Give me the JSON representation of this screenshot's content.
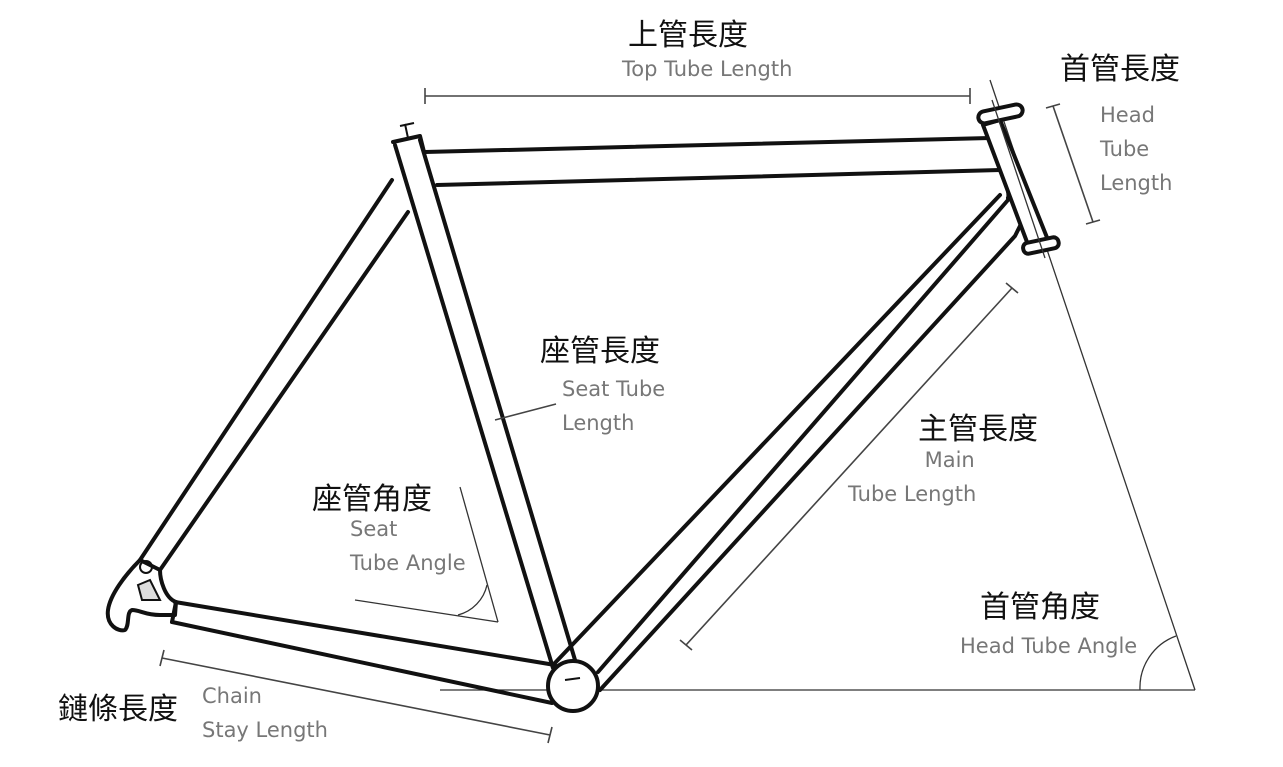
{
  "labels": {
    "top_tube": {
      "zh": "上管長度",
      "en": "Top Tube Length"
    },
    "head_tube": {
      "zh": "首管長度",
      "en_lines": [
        "Head",
        "Tube",
        "Length"
      ]
    },
    "seat_tube": {
      "zh": "座管長度",
      "en_lines": [
        "Seat Tube",
        "Length"
      ]
    },
    "main_tube": {
      "zh": "主管長度",
      "en_lines": [
        "Main",
        "Tube Length"
      ]
    },
    "seat_angle": {
      "zh": "座管角度",
      "en_lines": [
        "Seat",
        "Tube Angle"
      ]
    },
    "head_angle": {
      "zh": "首管角度",
      "en": "Head Tube Angle"
    },
    "chain_stay": {
      "zh": "鏈條長度",
      "en_lines": [
        "Chain",
        "Stay Length"
      ]
    }
  }
}
